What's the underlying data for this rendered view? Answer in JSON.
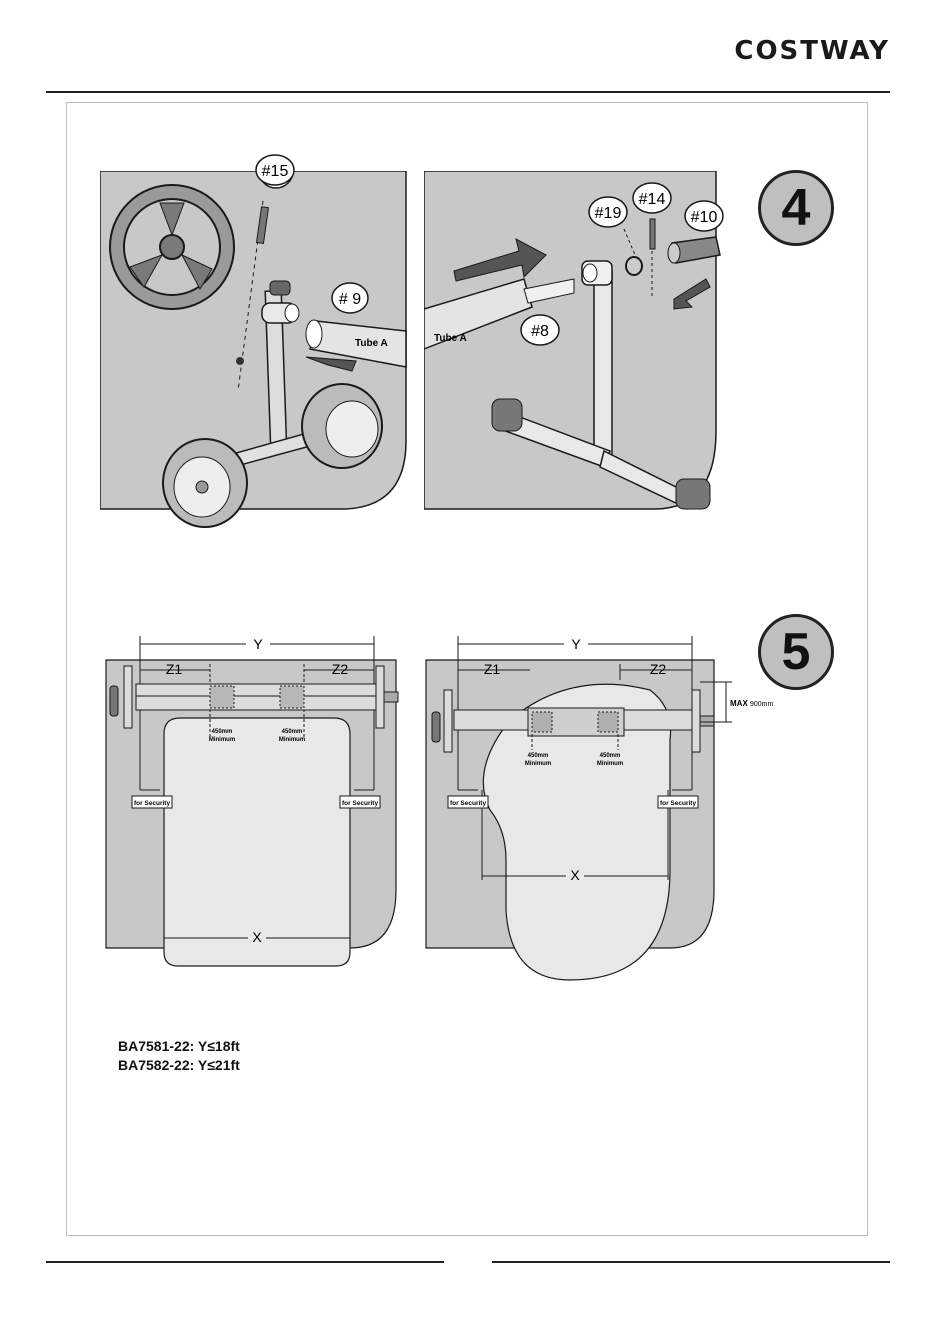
{
  "header": {
    "brand": "COSTWAY"
  },
  "step4": {
    "number": "4",
    "left_panel": {
      "part_labels": [
        "#15",
        "# 9"
      ],
      "tube_label": "Tube A"
    },
    "right_panel": {
      "part_labels": [
        "#19",
        "#14",
        "#10",
        "#8"
      ],
      "tube_label": "Tube A"
    }
  },
  "step5": {
    "number": "5",
    "left_diagram": {
      "dimension_y": "Y",
      "dimension_z1": "Z1",
      "dimension_z2": "Z2",
      "dimension_x": "X",
      "minimum_1": [
        "450mm",
        "Minimum"
      ],
      "minimum_2": [
        "450mm",
        "Minimum"
      ],
      "security_left": "for Security",
      "security_right": "for Security"
    },
    "right_diagram": {
      "dimension_y": "Y",
      "dimension_z1": "Z1",
      "dimension_z2": "Z2",
      "dimension_x": "X",
      "max_label": "MAX",
      "max_value": "900mm",
      "minimum_1": [
        "450mm",
        "Minimum"
      ],
      "minimum_2": [
        "450mm",
        "Minimum"
      ],
      "security_left": "for Security",
      "security_right": "for Security"
    }
  },
  "models": [
    {
      "text": "BA7581-22: Y≤18ft"
    },
    {
      "text": "BA7582-22: Y≤21ft"
    }
  ],
  "colors": {
    "panel_gray": "#c8c8c8",
    "badge_gray": "#bfbfbf",
    "line": "#1a1a1a"
  }
}
